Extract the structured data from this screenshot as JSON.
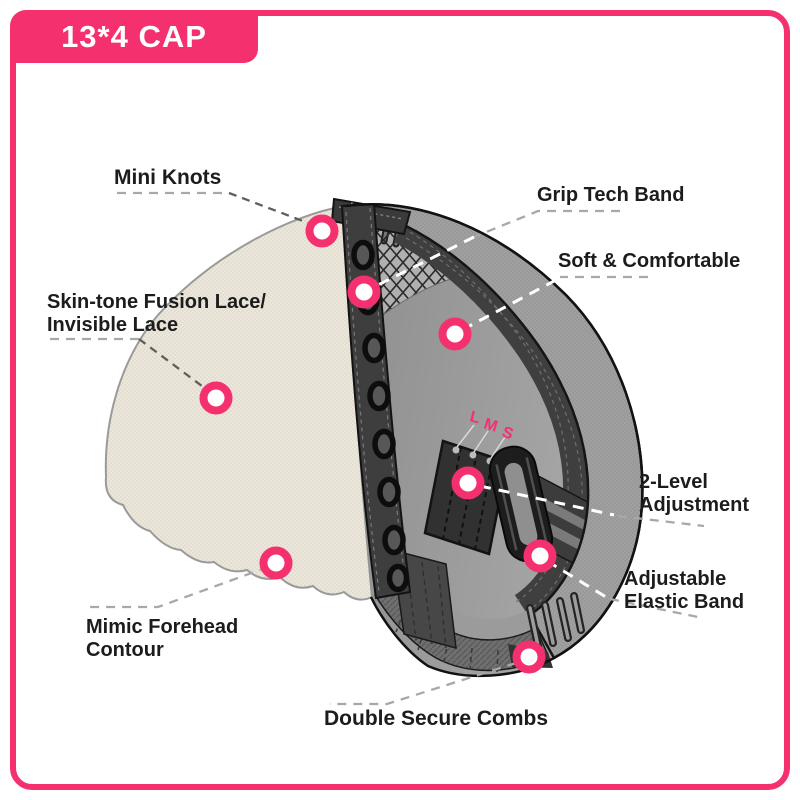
{
  "colors": {
    "accent": "#F5306F",
    "lace_tone": "#ECE7DC",
    "cap_gray": "#9B9B9B",
    "text": "#1C1C1C"
  },
  "banner": {
    "title": "13*4 CAP"
  },
  "labels": {
    "mini_knots": {
      "text": "Mini Knots"
    },
    "grip_tech_band": {
      "text": "Grip Tech Band"
    },
    "soft_comfortable": {
      "text": "Soft & Comfortable"
    },
    "skin_tone_lace": {
      "line1": "Skin-tone Fusion Lace/",
      "line2": "Invisible Lace"
    },
    "two_level": {
      "line1": "2-Level",
      "line2": "Adjustment"
    },
    "elastic_band": {
      "line1": "Adjustable",
      "line2": "Elastic Band"
    },
    "forehead": {
      "line1": "Mimic Forehead",
      "line2": "Contour"
    },
    "double_combs": {
      "text": "Double Secure Combs"
    },
    "sizes": {
      "l": "L",
      "m": "M",
      "s": "S"
    }
  }
}
